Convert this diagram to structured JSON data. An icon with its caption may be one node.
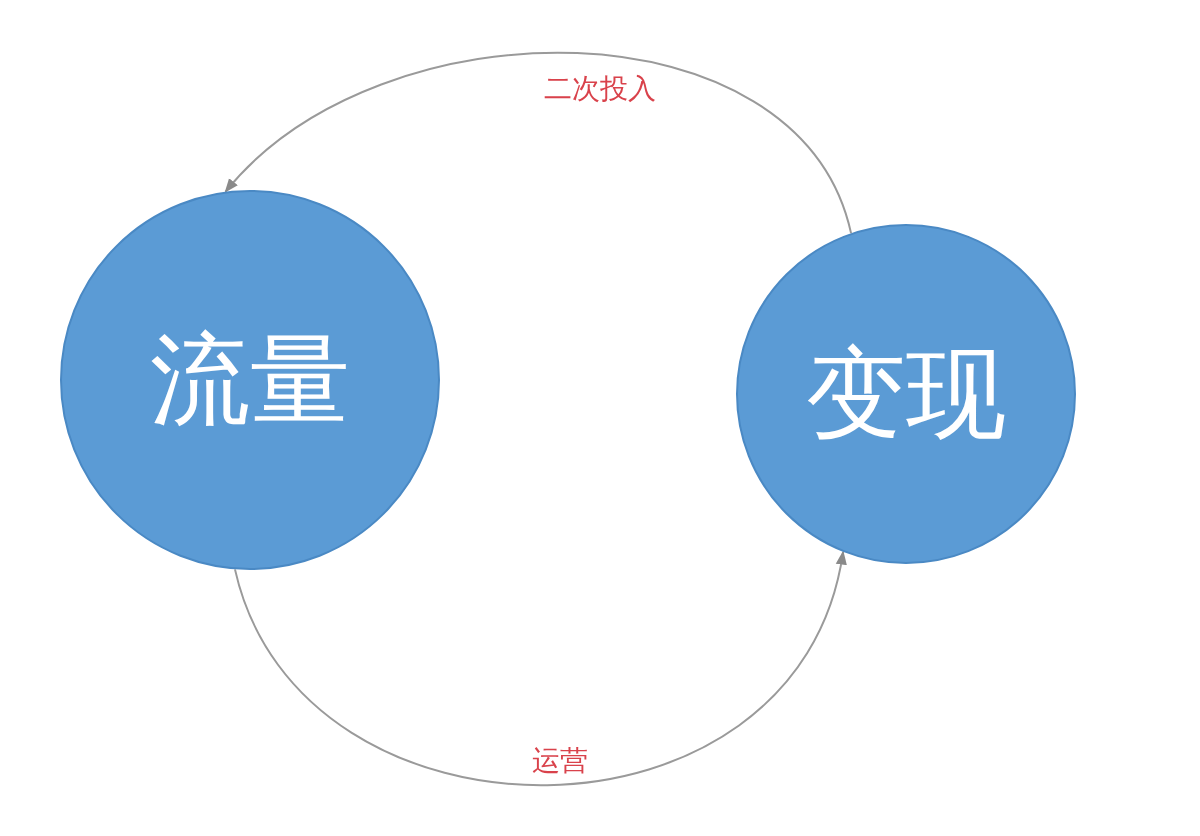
{
  "diagram": {
    "nodes": [
      {
        "text": [
          "流量"
        ]
      },
      {
        "text": [
          "变现"
        ]
      }
    ],
    "edges": [
      {
        "from": 1,
        "to": 0,
        "arrow": "to",
        "label": "二次投入"
      },
      {
        "from": 0,
        "to": 1,
        "arrow": "to",
        "label": "运营"
      }
    ]
  }
}
